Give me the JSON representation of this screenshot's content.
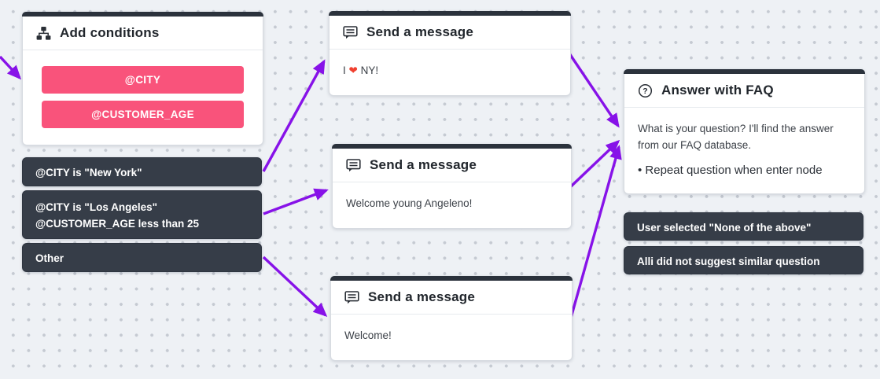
{
  "condition_node": {
    "title": "Add conditions",
    "variables": [
      "@CITY",
      "@CUSTOMER_AGE"
    ]
  },
  "condition_branches": {
    "new_york": "@CITY is \"New York\"",
    "los_angeles_line1": "@CITY is \"Los Angeles\"",
    "los_angeles_line2": "@CUSTOMER_AGE less than 25",
    "other": "Other"
  },
  "message_nodes": [
    {
      "title": "Send a message",
      "message_prefix": "I ",
      "heart": "❤",
      "message_suffix": " NY!"
    },
    {
      "title": "Send a message",
      "message": "Welcome young Angeleno!"
    },
    {
      "title": "Send a message",
      "message": "Welcome!"
    }
  ],
  "faq_node": {
    "title": "Answer with FAQ",
    "description": "What is your question? I'll find the answer from our FAQ database.",
    "option": "• Repeat question when enter node"
  },
  "faq_branches": {
    "none_of_above": "User selected \"None of the above\"",
    "no_suggestion": "Alli did not suggest similar question"
  },
  "colors": {
    "accent_purple": "#8712e8",
    "variable_pink": "#f9537b",
    "chip_dark": "#363d48",
    "topbar_dark": "#2b323c"
  }
}
